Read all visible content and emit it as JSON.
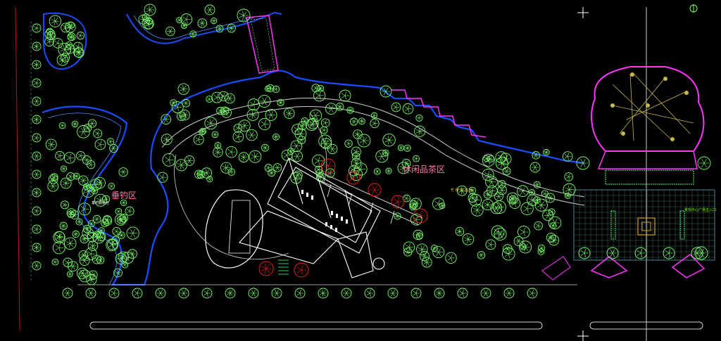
{
  "labels": {
    "fishing_zone": "垂钓区",
    "tea_zone": "休闲品茶区",
    "fishing_platform": "垂钓观景台",
    "tea_path": "竹 林 茶 室 休",
    "plaza_sign": "景观中心广场主入口",
    "north_mark": "N"
  },
  "colors": {
    "background": "#000000",
    "tree": "#7cff6b",
    "water_edge": "#1a4dff",
    "water_inner": "#4d8cff",
    "building": "#ffffff",
    "path": "#cfcfcf",
    "accent_magenta": "#ff33ff",
    "accent_red": "#ff2020",
    "grid": "#3a6a6a",
    "plaza_tree": "#4dff6b",
    "crosshair": "#ffffff",
    "boundary_red": "#b01818"
  },
  "icons": {
    "north_arrow": "north-arrow-icon",
    "crosshair": "crosshair-icon"
  }
}
